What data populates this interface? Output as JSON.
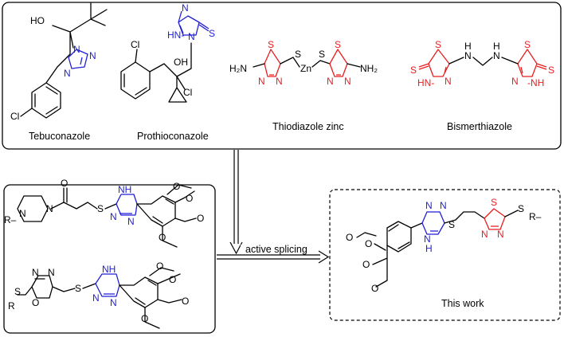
{
  "compounds": {
    "tebuconazole": "Tebuconazole",
    "prothioconazole": "Prothioconazole",
    "thiodiazole_zinc": "Thiodiazole zinc",
    "bismerthiazole": "Bismerthiazole"
  },
  "arrow_label": "active splicing",
  "this_work": "This work",
  "atoms": {
    "HO": "HO",
    "OH": "OH",
    "Cl": "Cl",
    "N": "N",
    "S": "S",
    "Zn": "Zn",
    "H2N": "H₂N",
    "NH2": "NH₂",
    "NH": "NH",
    "H": "H",
    "HN": "HN",
    "HNdash": "HN-",
    "NHdash": "-NH",
    "O": "O",
    "R": "R",
    "Rdash": "R–"
  },
  "colors": {
    "black": "#000000",
    "blue": "#1f1fd6",
    "red": "#e81e1e"
  }
}
